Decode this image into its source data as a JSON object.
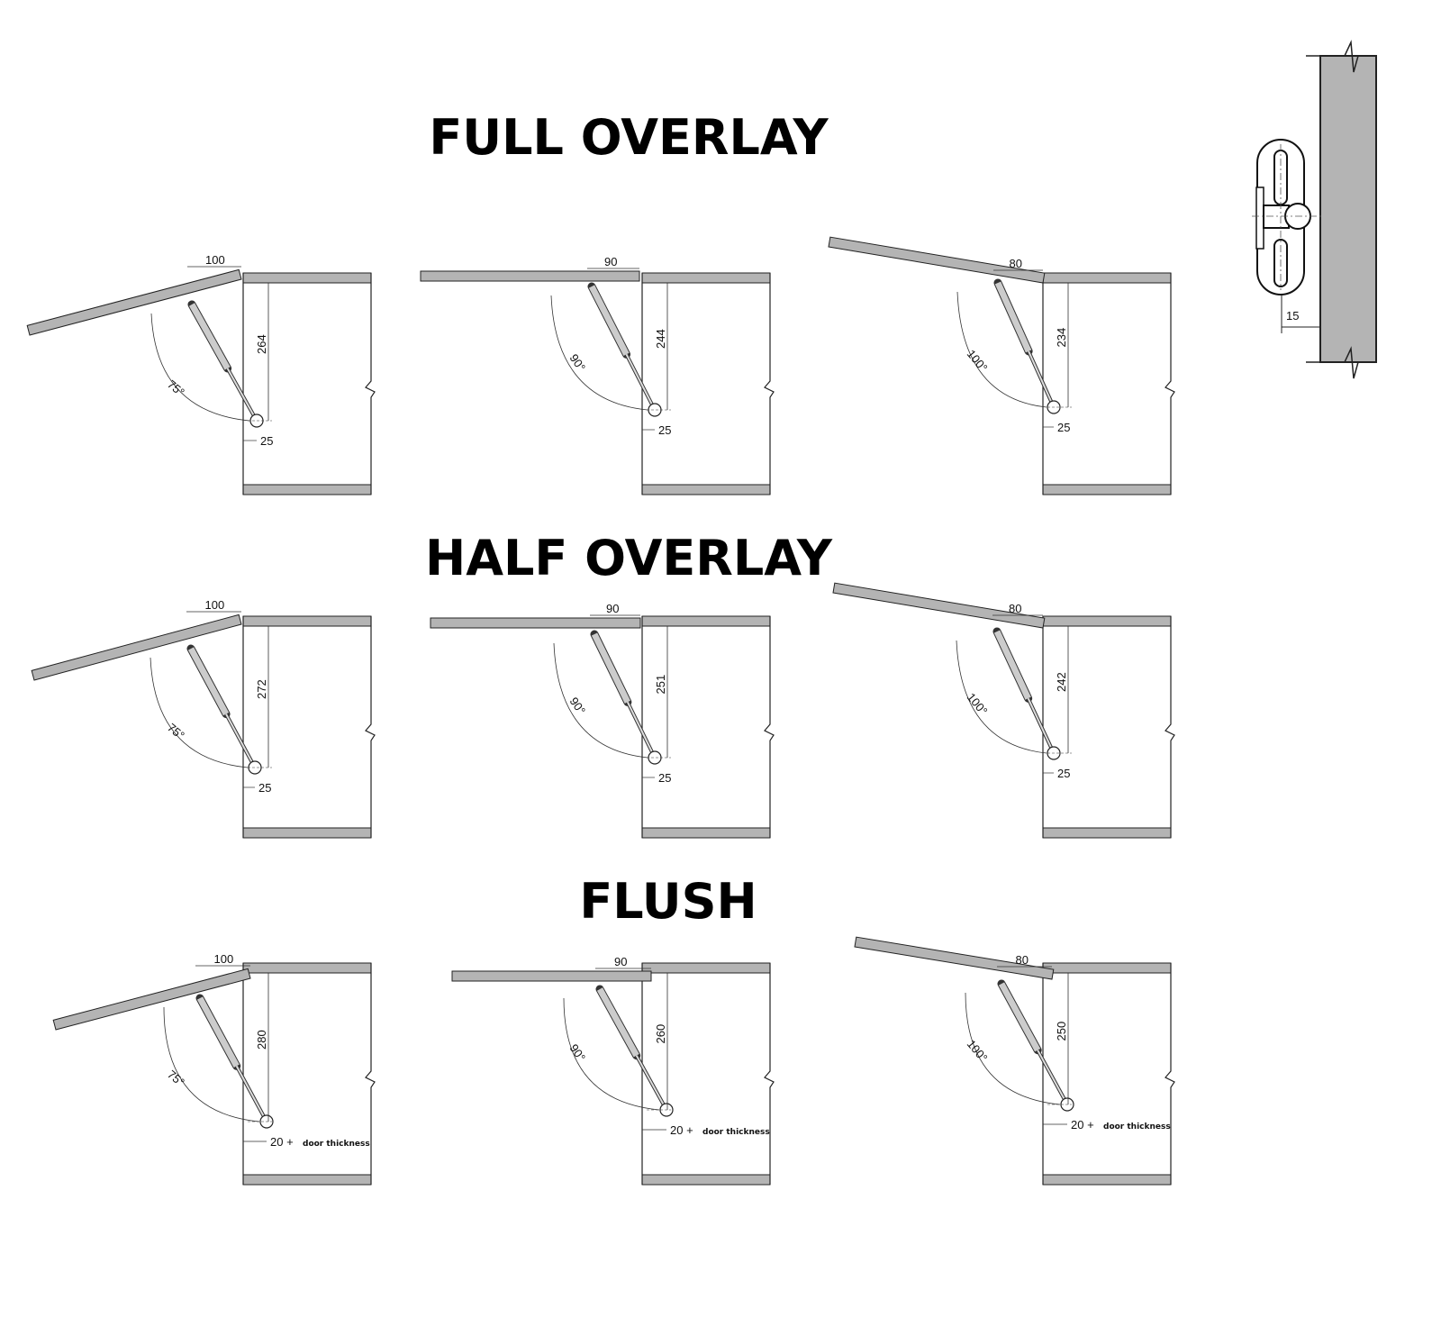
{
  "sections": [
    {
      "title": "FULL OVERLAY",
      "panels": [
        {
          "door_width": "100",
          "height": "264",
          "angle": "75°",
          "offset": "25"
        },
        {
          "door_width": "90",
          "height": "244",
          "angle": "90°",
          "offset": "25"
        },
        {
          "door_width": "80",
          "height": "234",
          "angle": "100°",
          "offset": "25"
        }
      ]
    },
    {
      "title": "HALF OVERLAY",
      "panels": [
        {
          "door_width": "100",
          "height": "272",
          "angle": "75°",
          "offset": "25"
        },
        {
          "door_width": "90",
          "height": "251",
          "angle": "90°",
          "offset": "25"
        },
        {
          "door_width": "80",
          "height": "242",
          "angle": "100°",
          "offset": "25"
        }
      ]
    },
    {
      "title": "FLUSH",
      "panels": [
        {
          "door_width": "100",
          "height": "280",
          "angle": "75°",
          "offset": "20 +",
          "offset_note": "door thickness"
        },
        {
          "door_width": "90",
          "height": "260",
          "angle": "90°",
          "offset": "20 +",
          "offset_note": "door thickness"
        },
        {
          "door_width": "80",
          "height": "250",
          "angle": "100°",
          "offset": "20 +",
          "offset_note": "door thickness"
        }
      ]
    }
  ],
  "detail": {
    "clearance": "15"
  },
  "colors": {
    "panel": "#b4b4b4",
    "line": "#222222"
  }
}
